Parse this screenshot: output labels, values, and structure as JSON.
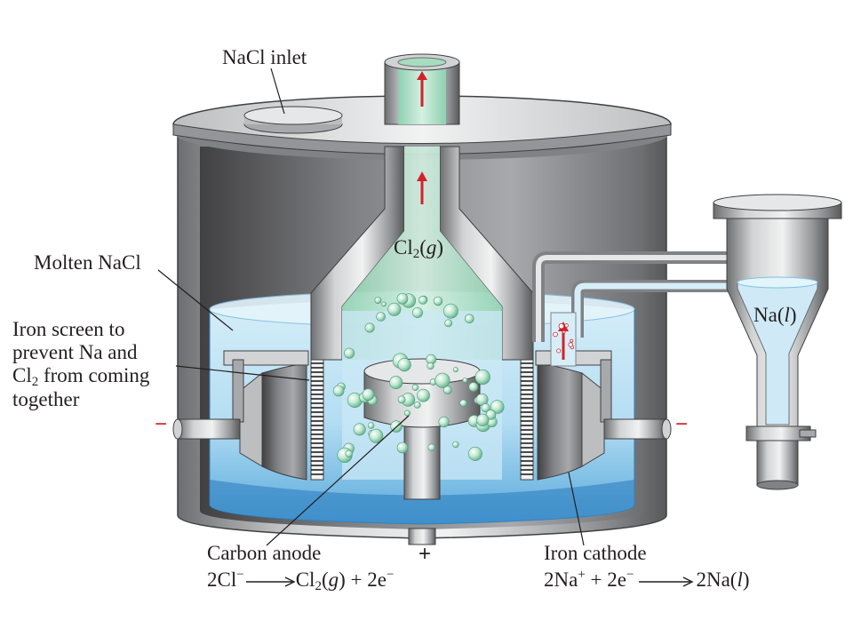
{
  "labels": {
    "nacl_inlet": "NaCl inlet",
    "cl2_gas": {
      "base": "Cl",
      "sub": "2",
      "open": "(",
      "state": "g",
      "close": ")"
    },
    "molten_nacl": "Molten NaCl",
    "iron_screen": {
      "line1": "Iron screen to",
      "line2": "prevent Na and",
      "line3_base": "Cl",
      "line3_sub": "2",
      "line3_rest": " from coming",
      "line4": "together"
    },
    "na_liquid": {
      "base": "Na",
      "open": "(",
      "state": "l",
      "close": ")"
    },
    "carbon_anode": "Carbon anode",
    "anode_reaction": {
      "lhs_coef": "2Cl",
      "lhs_charge": "−",
      "rhs_base": "Cl",
      "rhs_sub": "2",
      "rhs_open": "(",
      "rhs_state": "g",
      "rhs_close": ")",
      "rhs_plus": " + ",
      "rhs_e": "2e",
      "rhs_e_charge": "−"
    },
    "iron_cathode": "Iron cathode",
    "cathode_reaction": {
      "lhs_base": "2Na",
      "lhs_charge": "+",
      "lhs_plus": " + ",
      "lhs_e": "2e",
      "lhs_e_charge": "−",
      "rhs_base": "2Na",
      "rhs_open": "(",
      "rhs_state": "l",
      "rhs_close": ")"
    },
    "terminal_left": "−",
    "terminal_right": "−",
    "terminal_anode": "+"
  },
  "colors": {
    "steel_light": "#e6e7e8",
    "steel_mid": "#a7a9ac",
    "steel_dark": "#58595b",
    "melt_light": "#d9eef8",
    "melt_mid": "#9fd3ee",
    "melt_dark": "#3b8fcf",
    "gas_green": "#a8dcc0",
    "bubble": "#bfe8d2",
    "arrow_red": "#d2232a",
    "terminal_red": "#d2232a"
  }
}
